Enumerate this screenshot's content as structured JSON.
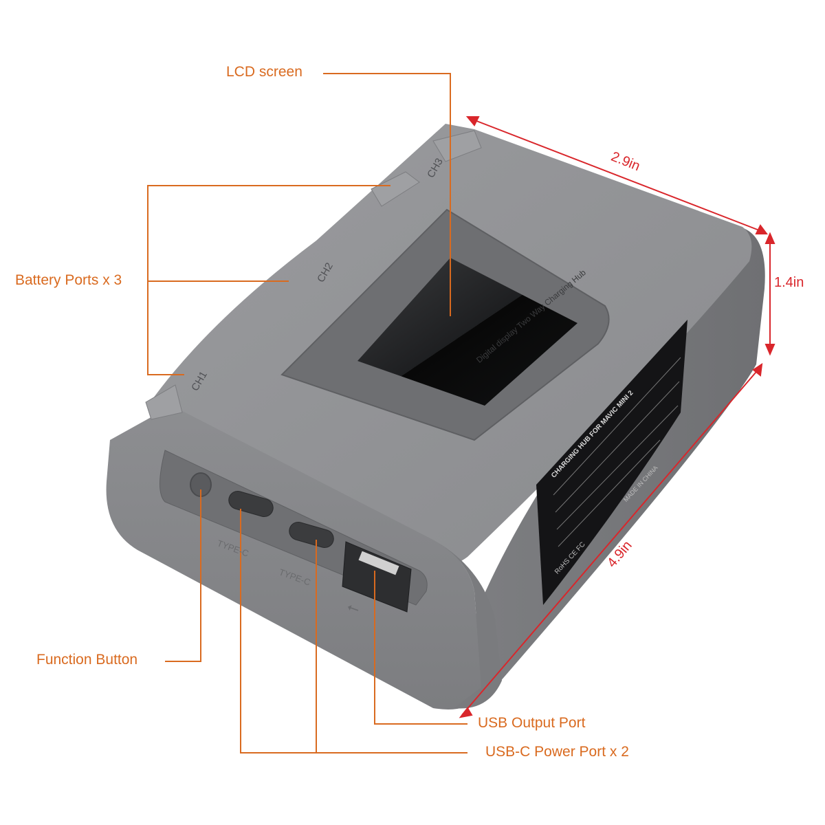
{
  "callouts": {
    "lcd": "LCD screen",
    "battery_ports": "Battery Ports x 3",
    "function_button": "Function Button",
    "usb_output": "USB Output Port",
    "usbc_power": "USB-C Power Port x 2"
  },
  "dimensions": {
    "width": "2.9in",
    "height": "1.4in",
    "length": "4.9in"
  },
  "device": {
    "channels": [
      "CH1",
      "CH2",
      "CH3"
    ],
    "screen_caption": "Digital display Two Way Charging Hub",
    "port_labels": {
      "typec_1": "TYPE-C",
      "typec_2": "TYPE-C"
    },
    "label_plate": {
      "title": "CHARGING HUB FOR MAVIC MINI 2",
      "made_in": "MADE IN CHINA",
      "certs": "RoHS CE FC"
    }
  },
  "colors": {
    "callout": "#d96a1f",
    "dimension": "#d9262b",
    "body": "#8e8f92"
  }
}
